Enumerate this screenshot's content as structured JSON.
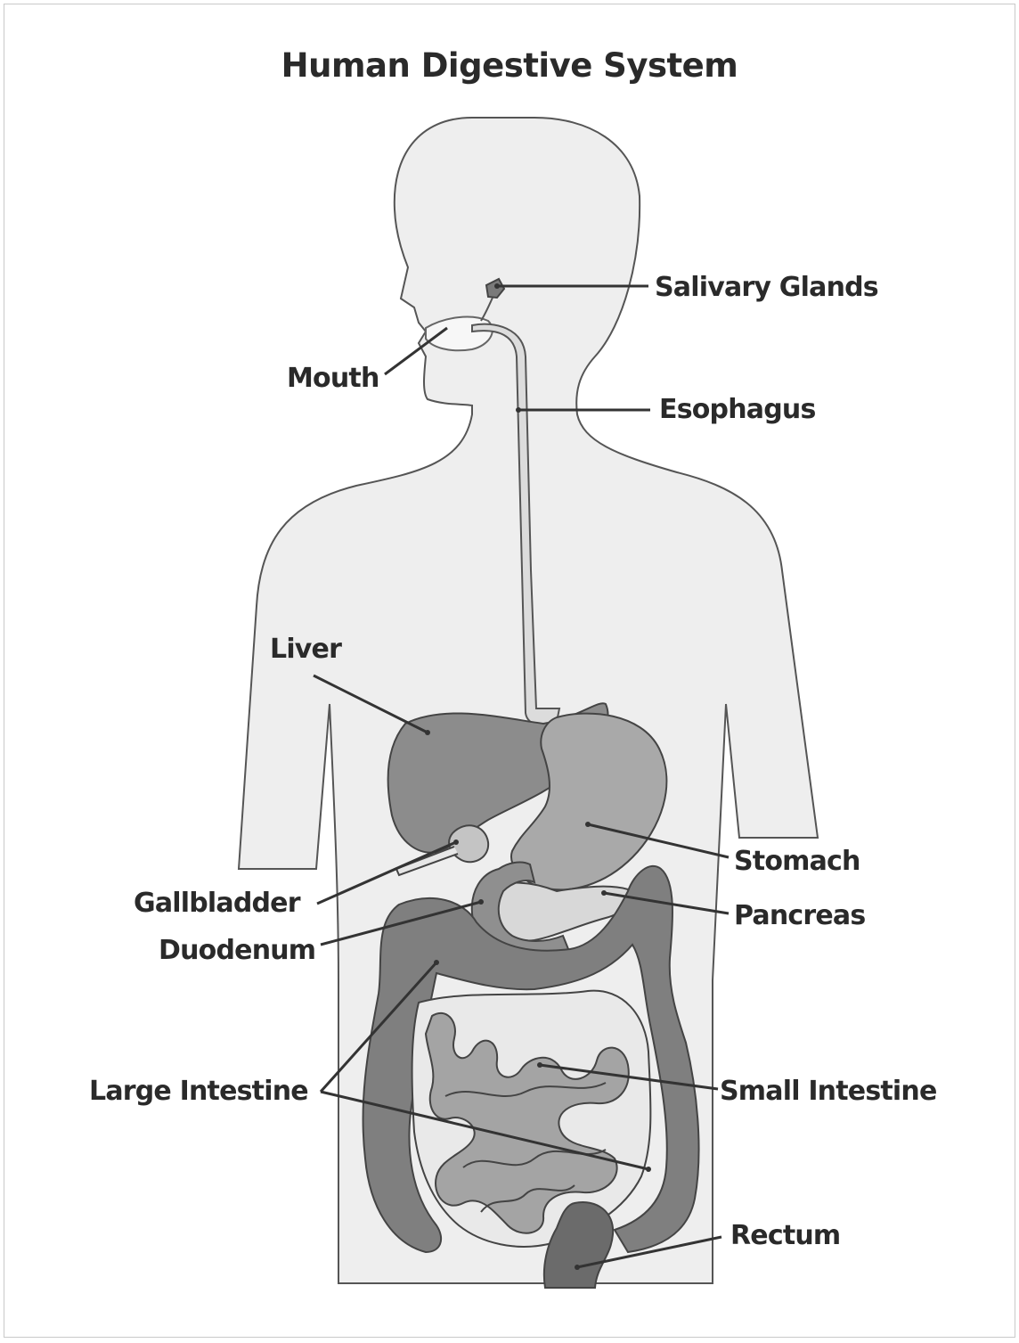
{
  "title": "Human Digestive System",
  "labels": {
    "salivary_glands": "Salivary Glands",
    "mouth": "Mouth",
    "esophagus": "Esophagus",
    "liver": "Liver",
    "stomach": "Stomach",
    "gallbladder": "Gallbladder",
    "pancreas": "Pancreas",
    "duodenum": "Duodenum",
    "large_intestine": "Large Intestine",
    "small_intestine": "Small Intestine",
    "rectum": "Rectum"
  },
  "colors": {
    "body_fill": "#eeeeee",
    "outline": "#555555",
    "liver": "#8c8c8c",
    "stomach": "#a9a9a9",
    "large_intestine": "#7f7f7f",
    "small_intestine": "#9e9e9e",
    "rectum": "#6b6b6b",
    "pancreas": "#d8d8d8",
    "esophagus": "#dcdcdc",
    "label_text": "#2a2a2a"
  }
}
